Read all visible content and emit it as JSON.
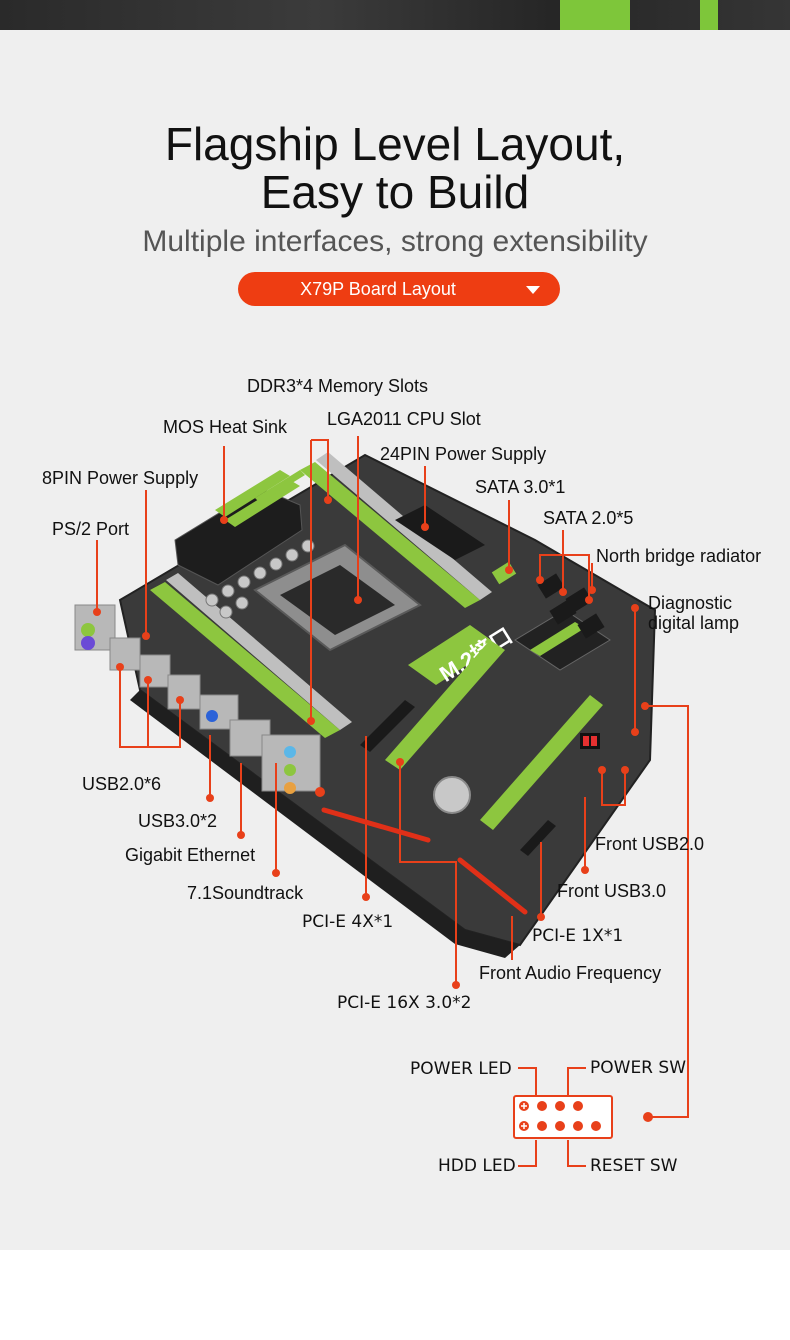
{
  "hero": {
    "title_line1": "Flagship Level Layout,",
    "title_line2": "Easy to Build",
    "subtitle": "Multiple interfaces, strong extensibility",
    "dropdown_label": "X79P  Board Layout"
  },
  "board_silkscreen": {
    "m2_badge": "M.2接口"
  },
  "labels": {
    "ddr3": "DDR3*4 Memory Slots",
    "mos": "MOS Heat Sink",
    "lga": "LGA2011 CPU Slot",
    "pin24": "24PIN Power Supply",
    "pin8": "8PIN Power Supply",
    "sata3": "SATA 3.0*1",
    "ps2": "PS/2 Port",
    "sata2": "SATA 2.0*5",
    "northbridge": "North bridge radiator",
    "diag1": "Diagnostic",
    "diag2": "digital lamp",
    "usb2": "USB2.0*6",
    "usb3": "USB3.0*2",
    "gbe": "Gigabit Ethernet",
    "sound": "7.1Soundtrack",
    "pcie4": "PCI-E 4X*1",
    "pcie1": "PCI-E 1X*1",
    "front_usb2": "Front USB2.0",
    "front_usb3": "Front USB3.0",
    "front_audio": "Front Audio Frequency",
    "pcie16": "PCI-E 16X 3.0*2"
  },
  "front_panel": {
    "power_led": "POWER LED",
    "power_sw": "POWER SW",
    "hdd_led": "HDD LED",
    "reset_sw": "RESET SW"
  },
  "colors": {
    "accent": "#ee3d12",
    "line": "#e8401a",
    "board": "#3a3a3a",
    "slot_green": "#8dc63f"
  }
}
